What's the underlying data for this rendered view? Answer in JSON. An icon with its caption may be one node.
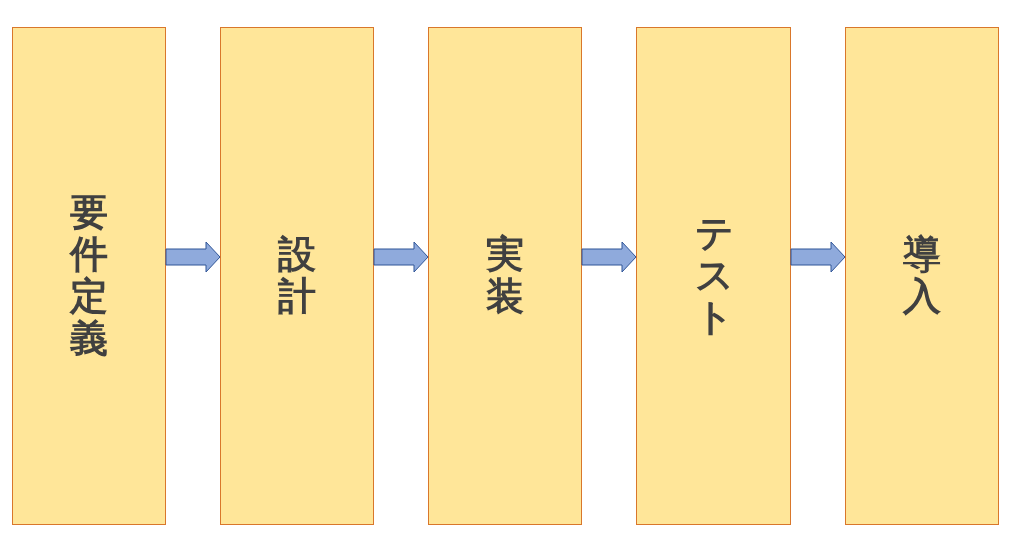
{
  "diagram": {
    "nodes": [
      {
        "text": [
          "要件定義"
        ]
      },
      {
        "text": [
          "設計"
        ]
      },
      {
        "text": [
          "実装"
        ]
      },
      {
        "text": [
          "テスト"
        ]
      },
      {
        "text": [
          "導入"
        ]
      }
    ],
    "edges": [
      {
        "from": 0,
        "to": 1,
        "arrow": "to"
      },
      {
        "from": 1,
        "to": 2,
        "arrow": "to"
      },
      {
        "from": 2,
        "to": 3,
        "arrow": "to"
      },
      {
        "from": 3,
        "to": 4,
        "arrow": "to"
      }
    ]
  }
}
